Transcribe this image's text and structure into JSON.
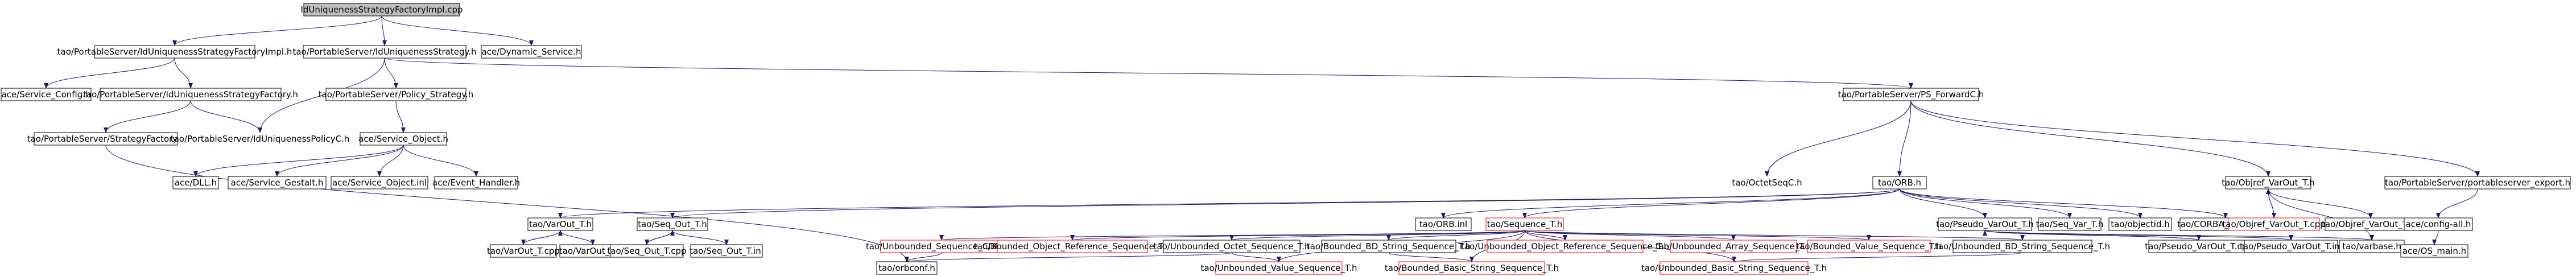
{
  "graph": {
    "nodes": [
      {
        "id": "root",
        "label": "IdUniquenessStrategyFactoryImpl.cpp",
        "style": "root"
      },
      {
        "id": "factimpl",
        "label": "tao/PortableServer/IdUniquenessStrategyFactoryImpl.h",
        "style": "normal"
      },
      {
        "id": "strat",
        "label": "tao/PortableServer/IdUniquenessStrategy.h",
        "style": "normal"
      },
      {
        "id": "dynsvc",
        "label": "ace/Dynamic_Service.h",
        "style": "normal"
      },
      {
        "id": "svcconf",
        "label": "ace/Service_Config.h",
        "style": "normal"
      },
      {
        "id": "factory",
        "label": "tao/PortableServer/IdUniquenessStrategyFactory.h",
        "style": "normal"
      },
      {
        "id": "policystrat",
        "label": "tao/PortableServer/Policy_Strategy.h",
        "style": "normal"
      },
      {
        "id": "psfwd",
        "label": "tao/PortableServer/PS_ForwardC.h",
        "style": "normal"
      },
      {
        "id": "stratfactory",
        "label": "tao/PortableServer/StrategyFactory.h",
        "style": "normal"
      },
      {
        "id": "policyc",
        "label": "tao/PortableServer/IdUniquenessPolicyC.h",
        "style": "plain"
      },
      {
        "id": "svcobj",
        "label": "ace/Service_Object.h",
        "style": "normal"
      },
      {
        "id": "octetseq",
        "label": "tao/OctetSeqC.h",
        "style": "plain"
      },
      {
        "id": "orbh",
        "label": "tao/ORB.h",
        "style": "normal"
      },
      {
        "id": "objrefvarout",
        "label": "tao/Objref_VarOut_T.h",
        "style": "normal"
      },
      {
        "id": "psexport",
        "label": "tao/PortableServer/portableserver_export.h",
        "style": "normal"
      },
      {
        "id": "dllh",
        "label": "ace/DLL.h",
        "style": "normal"
      },
      {
        "id": "gestalt",
        "label": "ace/Service_Gestalt.h",
        "style": "normal"
      },
      {
        "id": "svcobjinl",
        "label": "ace/Service_Object.inl",
        "style": "normal"
      },
      {
        "id": "evhandler",
        "label": "ace/Event_Handler.h",
        "style": "normal"
      },
      {
        "id": "varout",
        "label": "tao/VarOut_T.h",
        "style": "normal"
      },
      {
        "id": "seqout",
        "label": "tao/Seq_Out_T.h",
        "style": "normal"
      },
      {
        "id": "orbinl",
        "label": "tao/ORB.inl",
        "style": "normal"
      },
      {
        "id": "sequence",
        "label": "tao/Sequence_T.h",
        "style": "red"
      },
      {
        "id": "pseudovarout",
        "label": "tao/Pseudo_VarOut_T.h",
        "style": "normal"
      },
      {
        "id": "seqvar",
        "label": "tao/Seq_Var_T.h",
        "style": "normal"
      },
      {
        "id": "objectid",
        "label": "tao/objectid.h",
        "style": "normal"
      },
      {
        "id": "corbamethods",
        "label": "tao/CORBA_methods.h",
        "style": "normal"
      },
      {
        "id": "objrefcpp",
        "label": "tao/Objref_VarOut_T.cpp",
        "style": "red"
      },
      {
        "id": "objrefinl",
        "label": "tao/Objref_VarOut_T.inl",
        "style": "normal"
      },
      {
        "id": "configall",
        "label": "ace/config-all.h",
        "style": "normal"
      },
      {
        "id": "varoutcpp",
        "label": "tao/VarOut_T.cpp",
        "style": "normal"
      },
      {
        "id": "varoutinl",
        "label": "tao/VarOut_T.inl",
        "style": "normal"
      },
      {
        "id": "seqoutcpp",
        "label": "tao/Seq_Out_T.cpp",
        "style": "normal"
      },
      {
        "id": "seqoutinl",
        "label": "tao/Seq_Out_T.inl",
        "style": "normal"
      },
      {
        "id": "useqcdr",
        "label": "tao/Unbounded_Sequence_CDR_T.h",
        "style": "red"
      },
      {
        "id": "boref",
        "label": "tao/Bounded_Object_Reference_Sequence_T.h",
        "style": "red"
      },
      {
        "id": "uoctet",
        "label": "tao/Unbounded_Octet_Sequence_T.h",
        "style": "normal"
      },
      {
        "id": "bbdstr",
        "label": "tao/Bounded_BD_String_Sequence_T.h",
        "style": "normal"
      },
      {
        "id": "uoref",
        "label": "tao/Unbounded_Object_Reference_Sequence_T.h",
        "style": "red"
      },
      {
        "id": "uarray",
        "label": "tao/Unbounded_Array_Sequence_T.h",
        "style": "red"
      },
      {
        "id": "bvalue",
        "label": "tao/Bounded_Value_Sequence_T.h",
        "style": "red"
      },
      {
        "id": "ubdstr",
        "label": "tao/Unbounded_BD_String_Sequence_T.h",
        "style": "normal"
      },
      {
        "id": "pseudocpp",
        "label": "tao/Pseudo_VarOut_T.cpp",
        "style": "normal"
      },
      {
        "id": "pseudoinl",
        "label": "tao/Pseudo_VarOut_T.inl",
        "style": "normal"
      },
      {
        "id": "varbase",
        "label": "tao/varbase.h",
        "style": "normal"
      },
      {
        "id": "osmain",
        "label": "ace/OS_main.h",
        "style": "normal"
      },
      {
        "id": "orbconf",
        "label": "tao/orbconf.h",
        "style": "normal"
      },
      {
        "id": "uvalue",
        "label": "tao/Unbounded_Value_Sequence_T.h",
        "style": "red"
      },
      {
        "id": "bbasicstr",
        "label": "tao/Bounded_Basic_String_Sequence_T.h",
        "style": "red"
      },
      {
        "id": "ubasicstr",
        "label": "tao/Unbounded_Basic_String_Sequence_T.h",
        "style": "red"
      }
    ],
    "edges": [
      [
        "root",
        "factimpl"
      ],
      [
        "root",
        "strat"
      ],
      [
        "root",
        "dynsvc"
      ],
      [
        "factimpl",
        "svcconf"
      ],
      [
        "factimpl",
        "factory"
      ],
      [
        "strat",
        "policystrat"
      ],
      [
        "strat",
        "policyc"
      ],
      [
        "strat",
        "psfwd"
      ],
      [
        "factory",
        "stratfactory"
      ],
      [
        "factory",
        "policyc"
      ],
      [
        "stratfactory",
        "orbconf"
      ],
      [
        "policystrat",
        "svcobj"
      ],
      [
        "svcobj",
        "dllh"
      ],
      [
        "svcobj",
        "gestalt"
      ],
      [
        "svcobj",
        "svcobjinl"
      ],
      [
        "svcobj",
        "evhandler"
      ],
      [
        "psfwd",
        "octetseq"
      ],
      [
        "psfwd",
        "orbh"
      ],
      [
        "psfwd",
        "objrefvarout"
      ],
      [
        "psfwd",
        "psexport"
      ],
      [
        "orbh",
        "varout"
      ],
      [
        "orbh",
        "seqout"
      ],
      [
        "orbh",
        "orbinl"
      ],
      [
        "orbh",
        "sequence"
      ],
      [
        "orbh",
        "pseudovarout"
      ],
      [
        "orbh",
        "seqvar"
      ],
      [
        "orbh",
        "objectid"
      ],
      [
        "orbh",
        "corbamethods"
      ],
      [
        "objrefvarout",
        "objrefcpp"
      ],
      [
        "objrefcpp",
        "objrefvarout"
      ],
      [
        "objrefvarout",
        "objrefinl"
      ],
      [
        "objrefvarout",
        "varbase"
      ],
      [
        "psexport",
        "configall"
      ],
      [
        "configall",
        "osmain"
      ],
      [
        "varout",
        "varoutcpp"
      ],
      [
        "varoutcpp",
        "varout"
      ],
      [
        "varout",
        "varoutinl"
      ],
      [
        "seqout",
        "seqoutcpp"
      ],
      [
        "seqoutcpp",
        "seqout"
      ],
      [
        "seqout",
        "seqoutinl"
      ],
      [
        "sequence",
        "useqcdr"
      ],
      [
        "sequence",
        "boref"
      ],
      [
        "sequence",
        "uoctet"
      ],
      [
        "sequence",
        "bbdstr"
      ],
      [
        "sequence",
        "uoref"
      ],
      [
        "sequence",
        "uarray"
      ],
      [
        "sequence",
        "bvalue"
      ],
      [
        "sequence",
        "ubdstr"
      ],
      [
        "sequence",
        "uvalue"
      ],
      [
        "sequence",
        "bbasicstr"
      ],
      [
        "sequence",
        "ubasicstr"
      ],
      [
        "useqcdr",
        "orbconf"
      ],
      [
        "uoctet",
        "orbconf"
      ],
      [
        "uoctet",
        "uvalue"
      ],
      [
        "bbdstr",
        "bbasicstr"
      ],
      [
        "ubdstr",
        "ubasicstr"
      ],
      [
        "pseudovarout",
        "pseudocpp"
      ],
      [
        "pseudocpp",
        "pseudovarout"
      ],
      [
        "pseudovarout",
        "pseudoinl"
      ],
      [
        "pseudovarout",
        "varbase"
      ]
    ]
  }
}
